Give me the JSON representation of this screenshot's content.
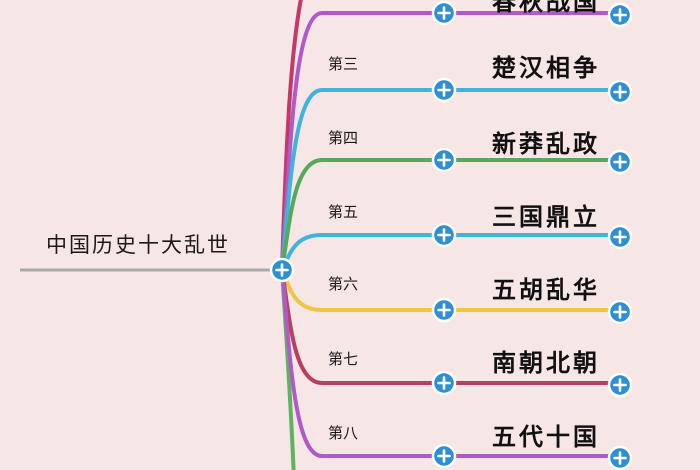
{
  "root": {
    "label": "中国历史十大乱世"
  },
  "colors": {
    "background": "#f6e6e6",
    "root_line": "#a9a9a9",
    "node_fill": "#2f8fd6",
    "node_stroke": "#ffffff"
  },
  "branches": [
    {
      "ordinal": "",
      "title": "春秋战国",
      "color": "#b05ac8"
    },
    {
      "ordinal": "第三",
      "title": "楚汉相争",
      "color": "#3fb4dc"
    },
    {
      "ordinal": "第四",
      "title": "新莽乱政",
      "color": "#56a95a"
    },
    {
      "ordinal": "第五",
      "title": "三国鼎立",
      "color": "#3fb4dc"
    },
    {
      "ordinal": "第六",
      "title": "五胡乱华",
      "color": "#f0c640"
    },
    {
      "ordinal": "第七",
      "title": "南朝北朝",
      "color": "#b83f5e"
    },
    {
      "ordinal": "第八",
      "title": "五代十国",
      "color": "#b05ac8"
    }
  ]
}
